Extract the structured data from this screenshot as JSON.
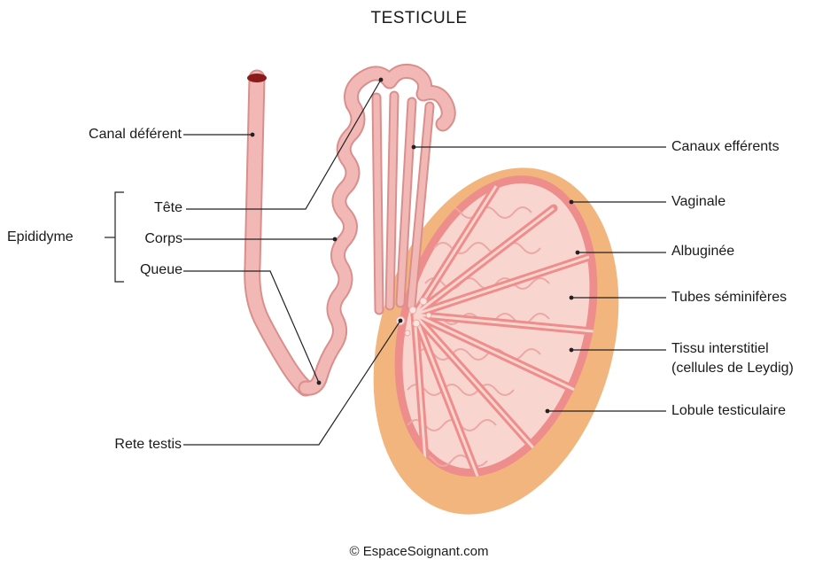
{
  "title": "TESTICULE",
  "credit": "© EspaceSoignant.com",
  "group": {
    "epididyme": "Epididyme"
  },
  "labels": {
    "canal_deferent": "Canal déférent",
    "tete": "Tête",
    "corps": "Corps",
    "queue": "Queue",
    "rete_testis": "Rete testis",
    "canaux_efferents": "Canaux efférents",
    "vaginale": "Vaginale",
    "albuginee": "Albuginée",
    "tubes_seminiferes": "Tubes séminifères",
    "tissu_interstitiel_line1": "Tissu interstitiel",
    "tissu_interstitiel_line2": "(cellules de Leydig)",
    "lobule_testiculaire": "Lobule testiculaire"
  },
  "colors": {
    "vaginale": "#F2B57E",
    "albuginee": "#EE8E8C",
    "lobule": "#F9D5D0",
    "tube": "#F2B8B5",
    "tube_stroke": "#D98F8C",
    "duct_lumen": "#8B1A1A",
    "leader": "#222222"
  }
}
